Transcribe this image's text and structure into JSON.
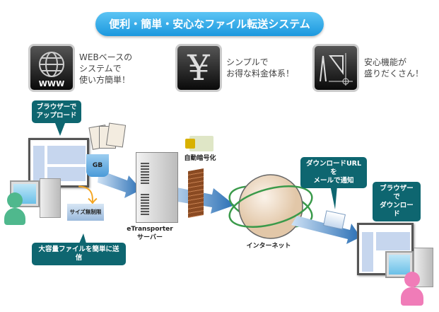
{
  "title": "便利・簡単・安心なファイル転送システム",
  "features": [
    {
      "icon": "www-globe-icon",
      "text": "WEBベースの\nシステムで\n使い方簡単！"
    },
    {
      "icon": "yen-icon",
      "text": "シンプルで\nお得な料金体系！"
    },
    {
      "icon": "drafting-tools-icon",
      "text": "安心機能が\n盛りだくさん！"
    }
  ],
  "diagram": {
    "upload_bubble": "ブラウザーで\nアップロード",
    "gb_label": "GB",
    "size_label": "サイズ無制限",
    "send_bubble": "大容量ファイルを簡単に送信",
    "server_label": "eTransporter\nサーバー",
    "encrypt_label": "自動暗号化",
    "internet_label": "インターネット",
    "notify_bubble": "ダウンロードURLを\nメールで通知",
    "download_bubble": "ブラウザーで\nダウンロード"
  },
  "colors": {
    "accent": "#1b98de",
    "bubble": "#0e6670",
    "arrow": "#2a6fb5",
    "orbit": "#3a9a4a"
  }
}
